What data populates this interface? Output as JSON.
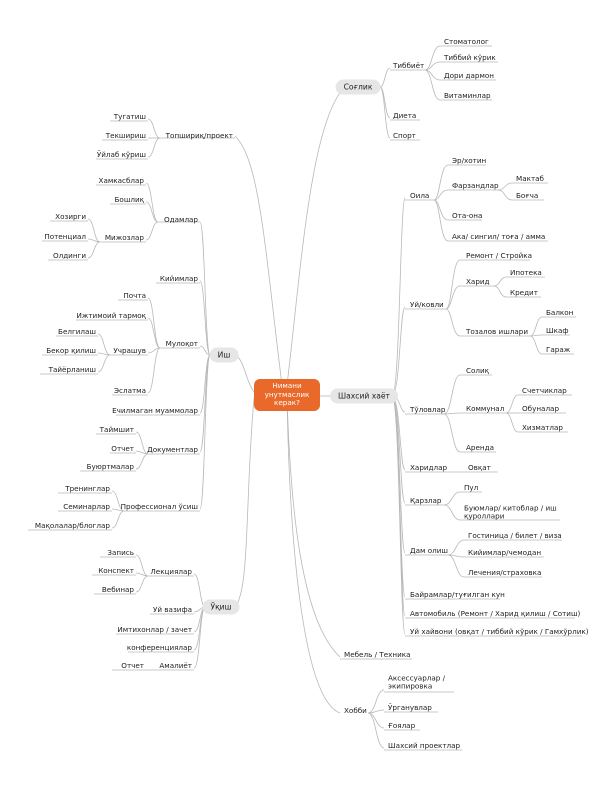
{
  "center": "Нимани унутмаслик керак?",
  "branches": {
    "soglik": "Соғлик",
    "tibbiyot": "Тиббиёт",
    "stomatolog": "Стоматолог",
    "tibbiy_korik": "Тиббий кўрик",
    "dori": "Дори дармон",
    "vitamin": "Витаминлар",
    "dieta": "Диета",
    "sport": "Спорт",
    "shaxsiy": "Шахсий хаёт",
    "oila": "Оила",
    "erxotin": "Эр/хотин",
    "farzand": "Фарзандлар",
    "maktab": "Мактаб",
    "bogcha": "Боғча",
    "otaona": "Ота-она",
    "aka": "Ака/ сингил/ тоға / амма",
    "uykovli": "Уй/ковли",
    "remont": "Ремонт / Стройка",
    "xarid": "Харид",
    "ipoteka": "Ипотека",
    "kredit": "Кредит",
    "tozalov": "Тозалов ишлари",
    "balkon": "Балкон",
    "shkaf": "Шкаф",
    "garaj": "Гараж",
    "tulov": "Тўловлар",
    "soliq": "Солиқ",
    "kommunal": "Коммунал",
    "schetchik": "Счетчиклар",
    "obunalar": "Обуналар",
    "xizmat": "Хизматлар",
    "arenda": "Аренда",
    "xaridlar": "Харидлар",
    "ovqat": "Овқат",
    "qarzlar": "Қарзлар",
    "pul": "Пул",
    "buyum": "Буюмлар/ китоблар / иш қуроллари",
    "dam": "Дам олиш",
    "gostinitsa": "Гостиница / билет / виза",
    "kiyim": "Кийимлар/чемодан",
    "lechenie": "Лечения/страховка",
    "bayram": "Байрамлар/туғилган кун",
    "avto": "Автомобиль (Ремонт / Харид қилиш / Сотиш)",
    "uy_hayvon": "Уй хайвони (овқат / тиббий кўрик / Гамхўрлик)",
    "mebel": "Мебель / Техника",
    "xobbi": "Хобби",
    "aksessuar": "Аксессуарлар / экипировка",
    "urgashuvlar": "Ўрганувлар",
    "goyalar": "Ғоялар",
    "shaxsiy_proekt": "Шахсий проектлар",
    "ish": "Иш",
    "topshiriq": "Топшириқ/проект",
    "tugatish": "Тугатиш",
    "tekshirish": "Текшириш",
    "uylab": "Ўйлаб кўриш",
    "odamlar": "Одамлар",
    "xamkasblar": "Хамкасблар",
    "boshliq": "Бошлиқ",
    "mijozlar": "Мижозлар",
    "xozirgi": "Хозирги",
    "potentsial": "Потенциал",
    "oldingi": "Олдинги",
    "kiyimlar2": "Кийимлар",
    "muloqot": "Мулоқот",
    "pochta": "Почта",
    "ijtimoiy": "Ижтимоий тармоқ",
    "uchrashuv": "Учрашув",
    "belgilash": "Белгилаш",
    "bekor": "Бекор қилиш",
    "tayyorlanish": "Тайёрланиш",
    "eslatma": "Эслатма",
    "echilmagan": "Ечилмаган муаммолар",
    "dokument": "Документлар",
    "taymshit": "Таймшит",
    "otchet": "Отчет",
    "buyurtma": "Буюртмалар",
    "professional": "Профессионал ўсиш",
    "treninglar": "Тренинглар",
    "seminarlar": "Семинарлар",
    "maqola": "Мақолалар/блоглар",
    "uqish": "Ўқиш",
    "lektsiya": "Лекциялар",
    "zapis": "Запись",
    "konspekt": "Конспект",
    "vebinar": "Вебинар",
    "uy_vazifa": "Уй вазифа",
    "imtixon": "Имтихонлар / зачет",
    "konferentsiya": "конференциялар",
    "amaliyot": "Амалиёт",
    "otchet2": "Отчет"
  }
}
